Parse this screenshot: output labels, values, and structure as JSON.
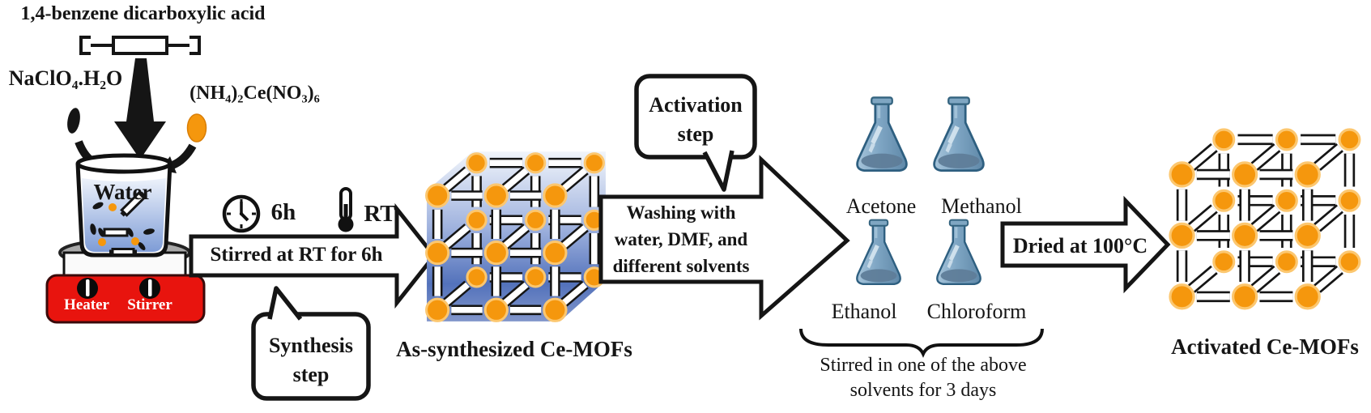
{
  "reagents": {
    "linker": "1,4-benzene dicarboxylic acid",
    "sodium_salt": "NaClO₄.H₂O",
    "cerium_salt": "(NH₄)₂Ce(NO₃)₆"
  },
  "vessel": {
    "label": "Water",
    "hotplate": {
      "left_knob": "Heater",
      "right_knob": "Stirrer"
    }
  },
  "synthesis": {
    "time": "6h",
    "temperature": "RT",
    "arrow": "Stirred at RT for 6h",
    "bubble": [
      "Synthesis",
      "step"
    ]
  },
  "as_synthesized": {
    "label": "As-synthesized Ce-MOFs"
  },
  "activation": {
    "bubble": [
      "Activation",
      "step"
    ],
    "arrow": [
      "Washing with",
      "water, DMF, and",
      "different solvents"
    ]
  },
  "solvents": {
    "flasks": [
      "Acetone",
      "Methanol",
      "Ethanol",
      "Chloroform"
    ],
    "note": [
      "Stirred in one of the above",
      "solvents for 3 days"
    ]
  },
  "drying": {
    "arrow": "Dried at 100°C"
  },
  "activated": {
    "label": "Activated Ce-MOFs"
  },
  "colors": {
    "node": "#F5970D",
    "node_halo": "#FCC76F",
    "hotplate": "#E8140E",
    "outline": "#151515"
  }
}
